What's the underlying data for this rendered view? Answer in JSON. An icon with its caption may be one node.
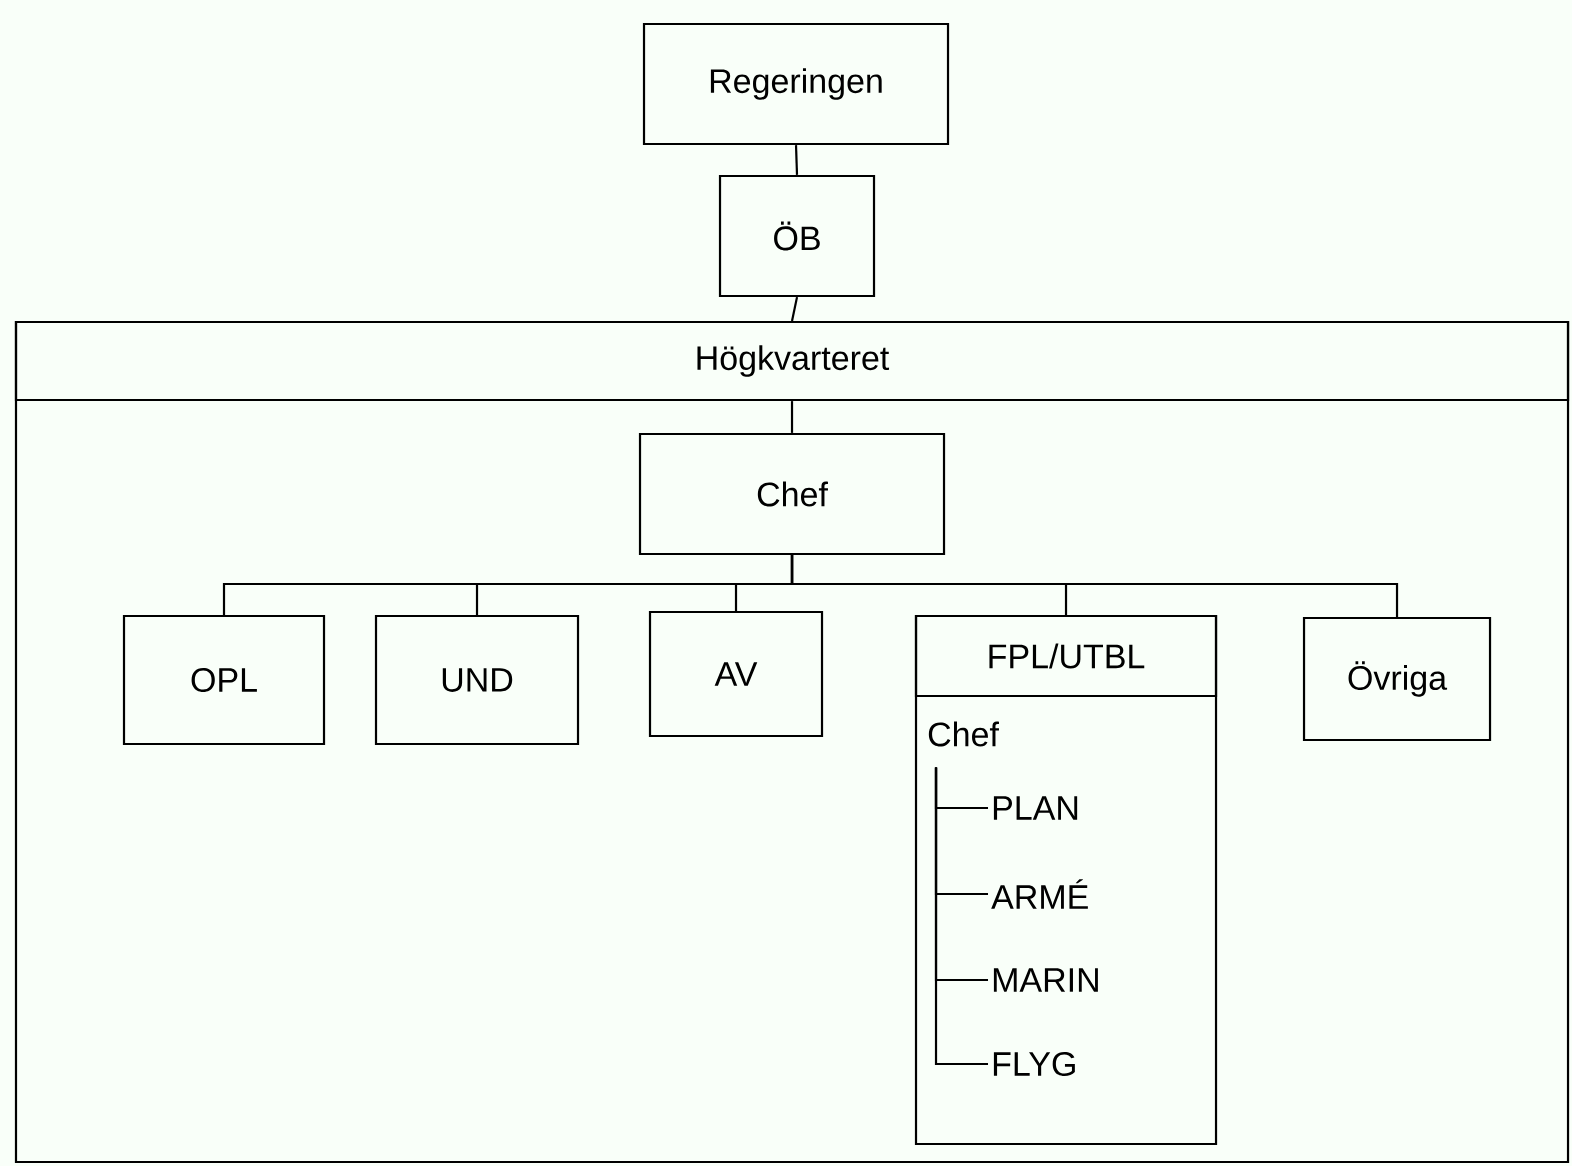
{
  "diagram": {
    "nodes": [
      {
        "text": [
          "Regeringen"
        ]
      },
      {
        "text": [
          "ÖB"
        ]
      },
      {
        "text": [
          "Högkvarteret"
        ]
      },
      {
        "text": [
          "Chef"
        ],
        "in": 2
      },
      {
        "text": [
          "OPL"
        ],
        "in": 2
      },
      {
        "text": [
          "UND"
        ],
        "in": 2
      },
      {
        "text": [
          "AV"
        ],
        "in": 2
      },
      {
        "text": [
          "FPL/UTBL"
        ],
        "in": 2
      },
      {
        "text": [
          "Övriga"
        ],
        "in": 2
      },
      {
        "text": [
          "Chef"
        ],
        "in": 7
      },
      {
        "text": [
          "PLAN"
        ],
        "in": 7
      },
      {
        "text": [
          "ARMÉ"
        ],
        "in": 7
      },
      {
        "text": [
          "MARIN"
        ],
        "in": 7
      },
      {
        "text": [
          "FLYG"
        ],
        "in": 7
      }
    ],
    "edges": [
      {
        "from": 0,
        "to": 1,
        "arrow": "none"
      },
      {
        "from": 1,
        "to": 2,
        "arrow": "none"
      },
      {
        "from": null,
        "to": 3,
        "arrow": "none"
      },
      {
        "from": 3,
        "to": 4,
        "arrow": "none"
      },
      {
        "from": 3,
        "to": 5,
        "arrow": "none"
      },
      {
        "from": 3,
        "to": 6,
        "arrow": "none"
      },
      {
        "from": 3,
        "to": 7,
        "arrow": "none"
      },
      {
        "from": 3,
        "to": 8,
        "arrow": "none"
      },
      {
        "from": 9,
        "to": 10,
        "arrow": "none"
      },
      {
        "from": 9,
        "to": 11,
        "arrow": "none"
      },
      {
        "from": 9,
        "to": 12,
        "arrow": "none"
      },
      {
        "from": 9,
        "to": 13,
        "arrow": "none"
      }
    ]
  }
}
